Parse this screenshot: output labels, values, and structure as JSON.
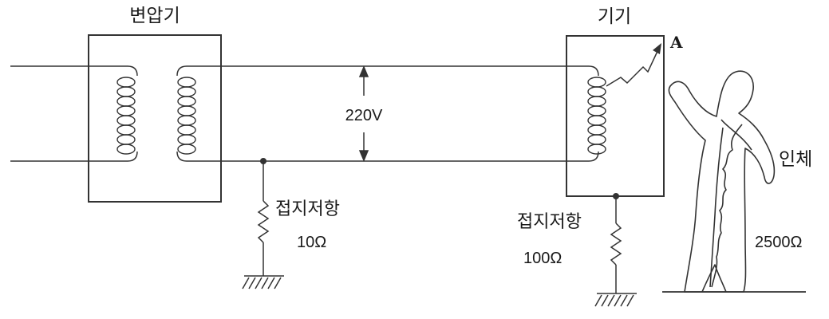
{
  "labels": {
    "transformer": "변압기",
    "device": "기기",
    "point_a": "A",
    "human_body": "인체",
    "voltage": "220V",
    "ground_resistance_1": "접지저항",
    "ground_value_1": "10Ω",
    "ground_resistance_2": "접지저항",
    "ground_value_2": "100Ω",
    "body_resistance": "2500Ω"
  },
  "colors": {
    "line": "#333333",
    "background": "#ffffff"
  }
}
